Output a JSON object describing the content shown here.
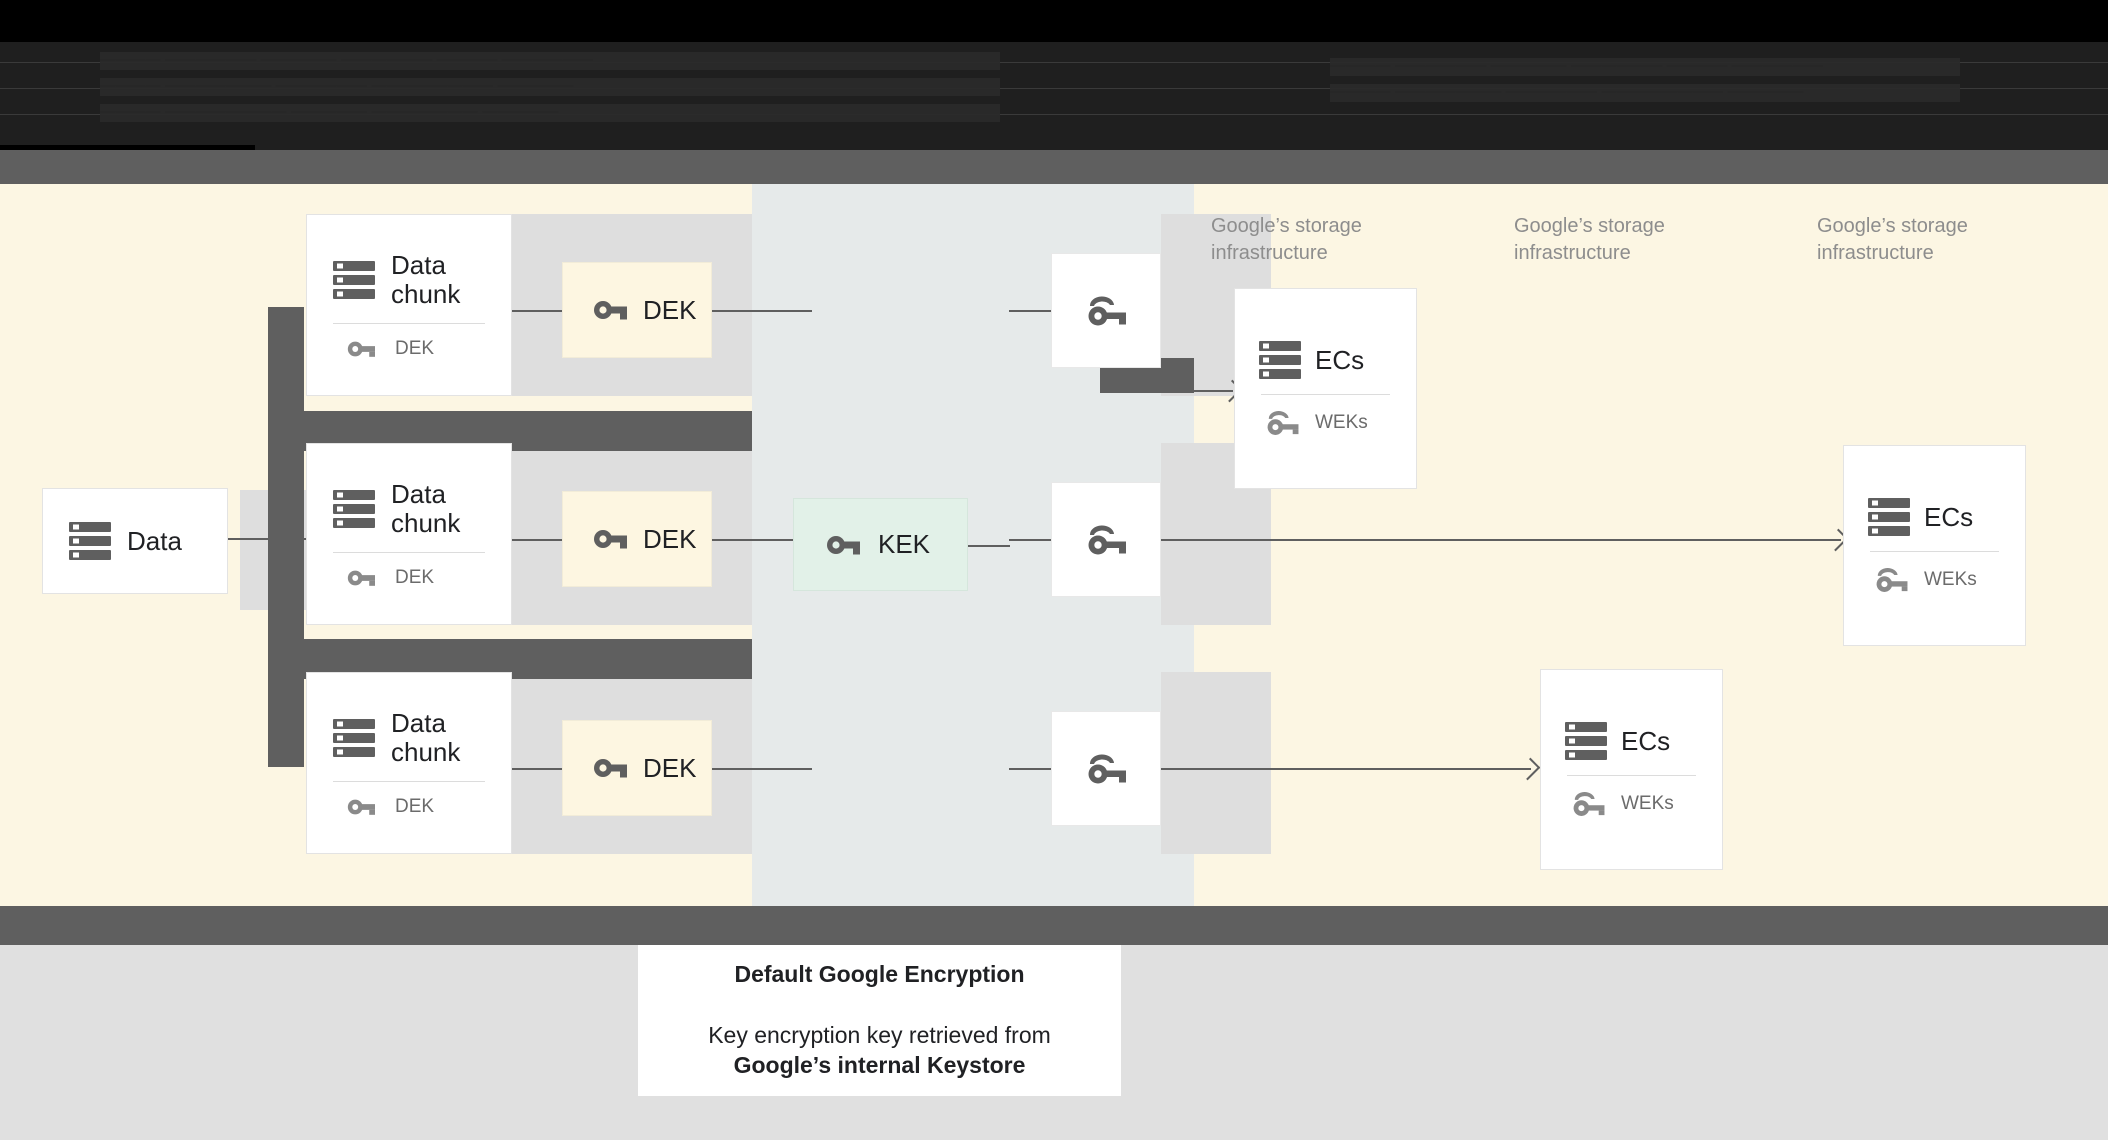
{
  "header": {
    "obscured": true,
    "lines": [
      "————  ——————  —————   ——————  ————  ——————",
      "————  ———————  ——————   ————————  —————",
      "————  ————————  —————  ———————  —————"
    ]
  },
  "diagram": {
    "source": {
      "title": "Data",
      "icon": "server-stack-icon"
    },
    "chunks": [
      {
        "title": "Data chunk",
        "key_label": "DEK",
        "key_icon": "key-icon"
      },
      {
        "title": "Data chunk",
        "key_label": "DEK",
        "key_icon": "key-icon"
      },
      {
        "title": "Data chunk",
        "key_label": "DEK",
        "key_icon": "key-icon"
      }
    ],
    "deks": [
      {
        "label": "DEK",
        "icon": "key-icon"
      },
      {
        "label": "DEK",
        "icon": "key-icon"
      },
      {
        "label": "DEK",
        "icon": "key-icon"
      }
    ],
    "kek": {
      "label": "KEK",
      "icon": "key-icon",
      "color": "#e2f1e8"
    },
    "wrapped_keys": [
      {
        "icon": "wrapped-key-icon"
      },
      {
        "icon": "wrapped-key-icon"
      },
      {
        "icon": "wrapped-key-icon"
      }
    ],
    "infra_labels": [
      "Google’s storage\ninfrastructure",
      "Google’s storage\ninfrastructure",
      "Google’s storage\ninfrastructure"
    ],
    "ec_cards": [
      {
        "title": "ECs",
        "key_label": "WEKs",
        "key_icon": "wrapped-key-icon"
      },
      {
        "title": "ECs",
        "key_label": "WEKs",
        "key_icon": "wrapped-key-icon"
      },
      {
        "title": "ECs",
        "key_label": "WEKs",
        "key_icon": "wrapped-key-icon"
      }
    ]
  },
  "caption": {
    "title": "Default Google Encryption",
    "body_line1": "Key encryption key retrieved from",
    "body_line2": "Google’s internal Keystore"
  },
  "colors": {
    "cream": "#fcf6e3",
    "blue_gray": "#e6eaea",
    "row_gray": "#dedede",
    "dark_gray": "#5f5f5f",
    "mint": "#e2f1e8",
    "dek_fill": "#fdf6e1",
    "footer": "#e0e0e0"
  }
}
